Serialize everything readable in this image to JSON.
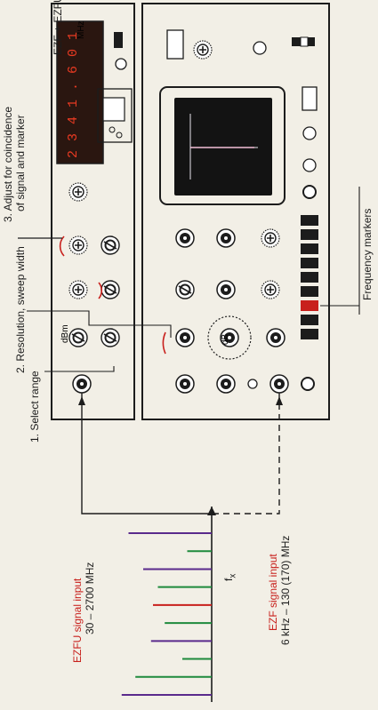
{
  "device": {
    "title": "EZF + EZFU",
    "frequency_display": "2 3 4 1 . 6 0 1",
    "frequency_unit": "MHz",
    "attenuator_unit": "dBm",
    "gain_unit": "dB"
  },
  "annotations": {
    "step_3_line1": "3. Adjust for coincidence",
    "step_3_line2": "of signal and marker",
    "step_2": "2. Resolution, sweep width",
    "step_1": "1. Select range",
    "frequency_markers": "Frequency markers"
  },
  "inputs": {
    "ezfu_label": "EZFU signal input",
    "ezfu_range": "30 – 2700 MHz",
    "ezf_label": "EZF signal input",
    "ezf_range": "6 kHz – 130 (170) MHz"
  },
  "spectrum": {
    "axis_label": "f",
    "axis_subscript": "x",
    "lines": [
      {
        "amplitude": 0.85,
        "color": "#5a2a8c"
      },
      {
        "amplitude": 0.25,
        "color": "#1e8a3c"
      },
      {
        "amplitude": 0.7,
        "color": "#5a2a8c"
      },
      {
        "amplitude": 0.55,
        "color": "#1e8a3c"
      },
      {
        "amplitude": 0.6,
        "color": "#c8201c"
      },
      {
        "amplitude": 0.48,
        "color": "#1e8a3c"
      },
      {
        "amplitude": 0.62,
        "color": "#5a2a8c"
      },
      {
        "amplitude": 0.3,
        "color": "#1e8a3c"
      },
      {
        "amplitude": 0.78,
        "color": "#1e8a3c"
      },
      {
        "amplitude": 0.92,
        "color": "#5a2a8c"
      }
    ]
  },
  "colors": {
    "line": "#1c1c1c",
    "accent_red": "#c8201c",
    "display_bg": "#2a1610",
    "screen_bg": "#131313",
    "trace": "#e8e4ee"
  },
  "icons": [
    "knob-icon",
    "coax-socket-icon",
    "switch-icon",
    "led-icon",
    "marker-button-icon"
  ]
}
